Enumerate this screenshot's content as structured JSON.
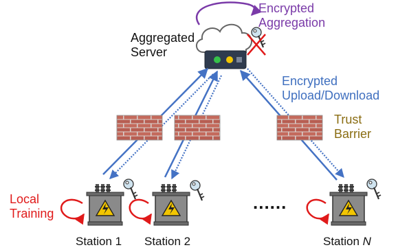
{
  "server": {
    "line1": "Aggregated",
    "line2": "Server"
  },
  "aggregation": {
    "line1": "Encrypted",
    "line2": "Aggregation"
  },
  "transfer": {
    "line1": "Encrypted",
    "line2": "Upload/Download"
  },
  "barrier": {
    "line1": "Trust",
    "line2": "Barrier"
  },
  "local": {
    "line1": "Local",
    "line2": "Training"
  },
  "stations": {
    "s1": "Station 1",
    "s2": "Station 2",
    "sn_prefix": "Station ",
    "sn_var": "N"
  },
  "ellipsis": "......",
  "colors": {
    "link": "#4472c4",
    "aggregation": "#7a3aa8",
    "local_training": "#e01a1a",
    "barrier_text": "#8a6d12",
    "brick": "#c46a5c",
    "transformer": "#6a6a6a"
  }
}
